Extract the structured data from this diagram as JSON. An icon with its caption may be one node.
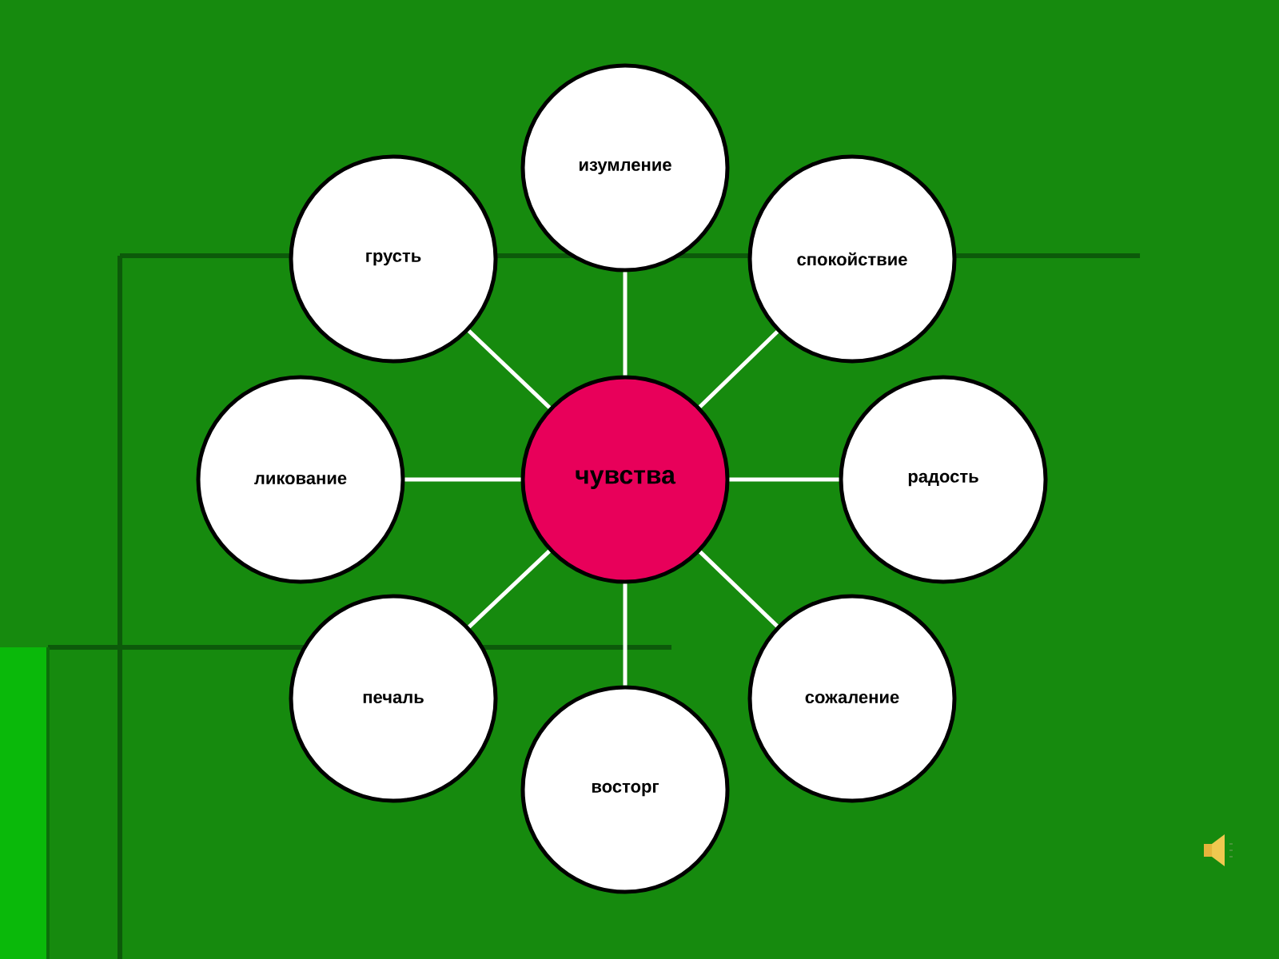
{
  "diagram": {
    "nodes": [
      {
        "text": [
          "изумление"
        ]
      },
      {
        "text": [
          "грусть"
        ]
      },
      {
        "text": [
          "спокойствие"
        ]
      },
      {
        "text": [
          "ликование"
        ]
      },
      {
        "text": [
          "чувства"
        ]
      },
      {
        "text": [
          "радость"
        ]
      },
      {
        "text": [
          "печаль"
        ]
      },
      {
        "text": [
          "сожаление"
        ]
      },
      {
        "text": [
          "восторг"
        ]
      }
    ],
    "edges": [
      {
        "from": 4,
        "to": 0,
        "arrow": "none"
      },
      {
        "from": 4,
        "to": 1,
        "arrow": "none"
      },
      {
        "from": 4,
        "to": 2,
        "arrow": "none"
      },
      {
        "from": 4,
        "to": 3,
        "arrow": "none"
      },
      {
        "from": 4,
        "to": 5,
        "arrow": "none"
      },
      {
        "from": 4,
        "to": 6,
        "arrow": "none"
      },
      {
        "from": 4,
        "to": 7,
        "arrow": "none"
      },
      {
        "from": 4,
        "to": 8,
        "arrow": "none"
      }
    ]
  }
}
